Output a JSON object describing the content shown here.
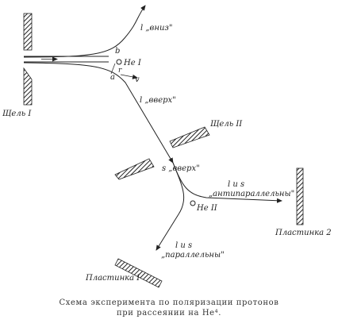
{
  "labels": {
    "slit1": "Щель I",
    "slit2": "Щель II",
    "he1": "He I",
    "he2": "He II",
    "l_down": "l „вниз\"",
    "l_up": "l „вверх\"",
    "s_up": "s „вверх\"",
    "b": "b",
    "a": "a",
    "r": "r",
    "v": "v",
    "antipar_symbols": "l  и  s",
    "antipar": "„антипараллельны\"",
    "par_symbols": "l  и  s",
    "par": "„параллельны\"",
    "plate1": "Пластинка I",
    "plate2": "Пластинка 2"
  },
  "caption": {
    "line1": "Схема эксперимента по поляризации протонов",
    "line2": "при рассеянии на He⁴."
  }
}
